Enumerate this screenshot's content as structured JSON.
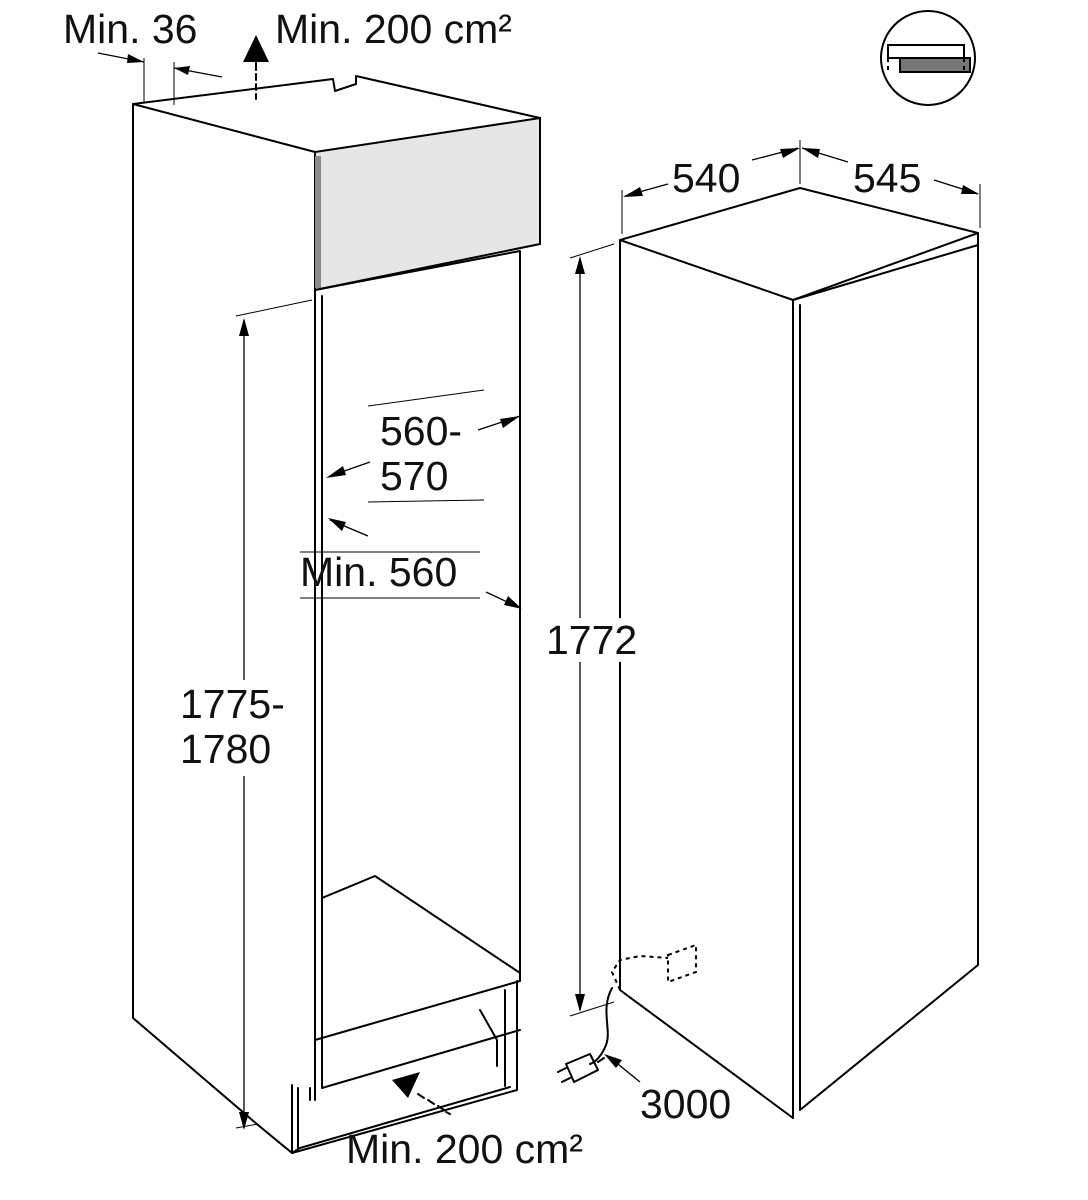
{
  "labels": {
    "top_gap": "Min. 36",
    "top_vent": "Min. 200 cm²",
    "niche_width_line1": "560-",
    "niche_width_line2": "570",
    "niche_depth": "Min. 560",
    "niche_height_line1": "1775-",
    "niche_height_line2": "1780",
    "appliance_height": "1772",
    "appliance_width": "540",
    "appliance_depth": "545",
    "cable_length": "3000",
    "bottom_vent": "Min. 200 cm²"
  },
  "icons": {
    "installation_type": "flush-door-icon",
    "power_plug": "plug-icon",
    "socket": "socket-icon"
  }
}
